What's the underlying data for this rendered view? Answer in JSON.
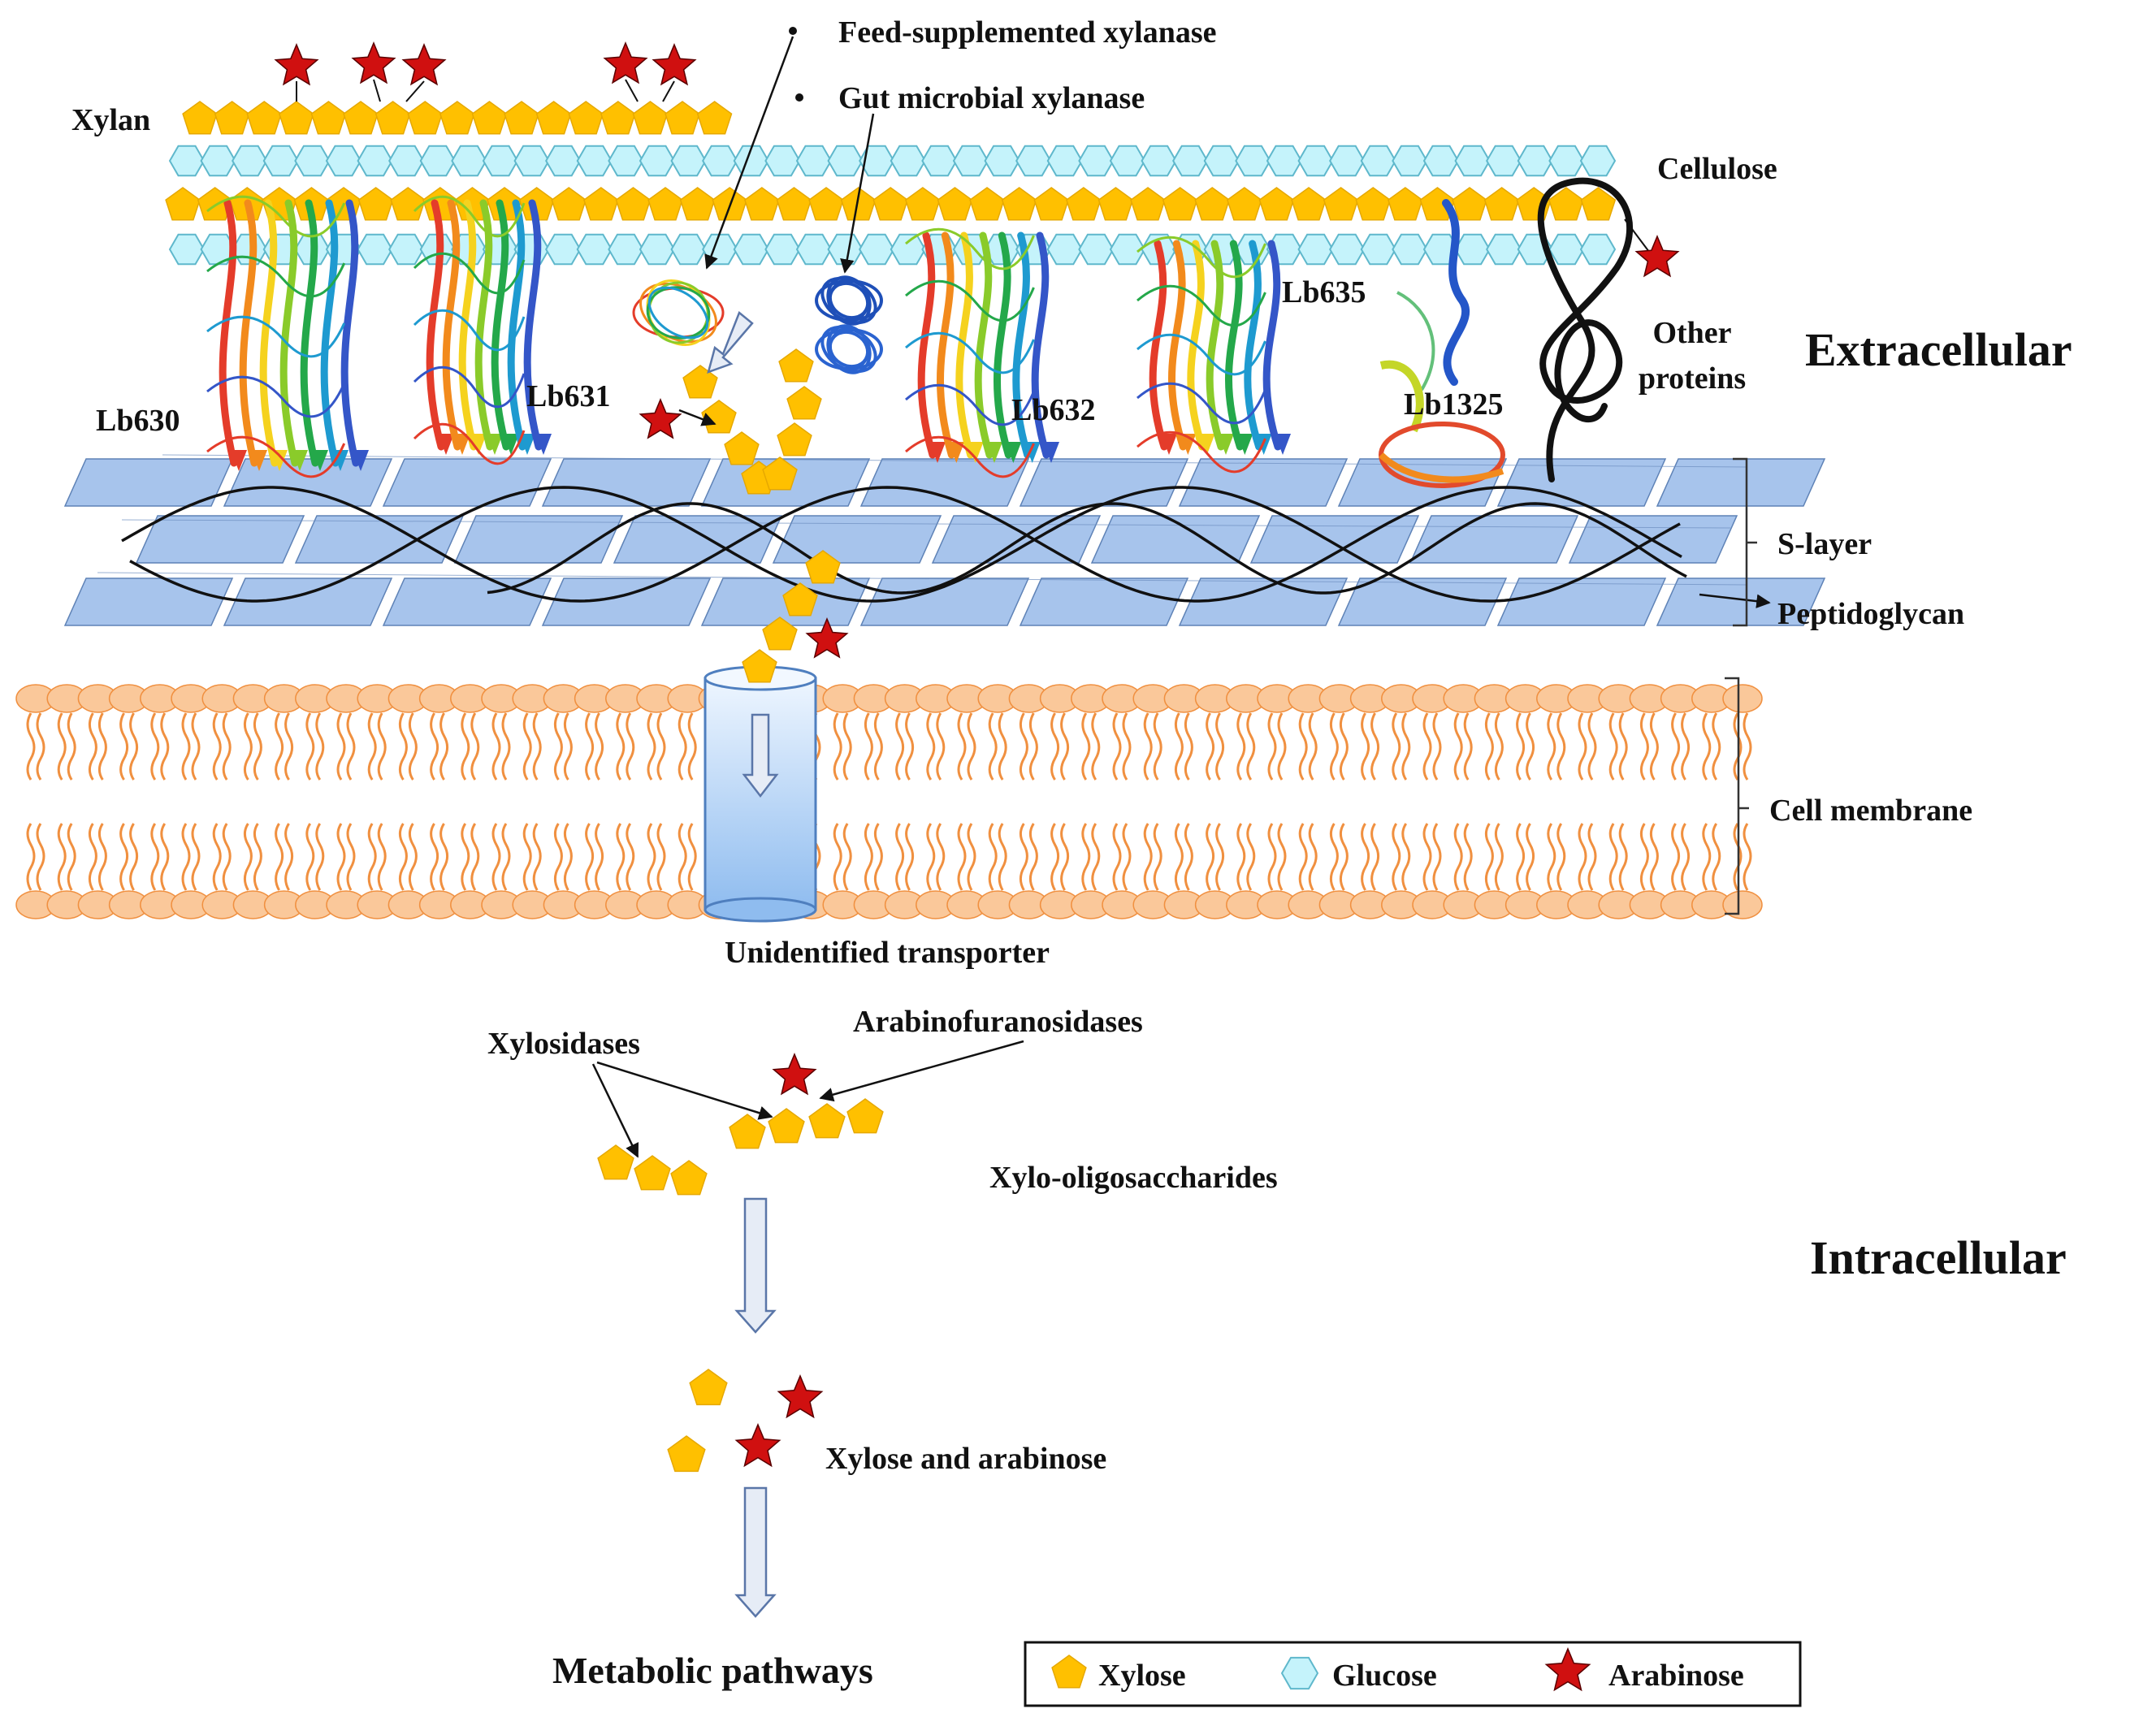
{
  "colors": {
    "xylose": "#FFC000",
    "xylose_stroke": "#E6A800",
    "glucose": "#C5F3FB",
    "glucose_stroke": "#5FB8CC",
    "arabinose": "#D01010",
    "arabinose_stroke": "#5A0000",
    "slayer": "#A7C4EC",
    "slayer_stroke": "#5E82B6",
    "membrane": "#FAC89A",
    "membrane_stroke": "#F09040"
  },
  "labels": {
    "xylan": "Xylan",
    "cellulose": "Cellulose",
    "feed_xylanase": "Feed-supplemented xylanase",
    "gut_xylanase": "Gut microbial xylanase",
    "lb630": "Lb630",
    "lb631": "Lb631",
    "lb632": "Lb632",
    "lb635": "Lb635",
    "lb1325": "Lb1325",
    "other_proteins_1": "Other",
    "other_proteins_2": "proteins",
    "extracellular": "Extracellular",
    "intracellular": "Intracellular",
    "s_layer": "S-layer",
    "peptidoglycan": "Peptidoglycan",
    "cell_membrane": "Cell membrane",
    "transporter": "Unidentified transporter",
    "xylosidases": "Xylosidases",
    "arabinofuranosidases": "Arabinofuranosidases",
    "xylo_oligosaccharides": "Xylo-oligosaccharides",
    "xylose_arabinose": "Xylose and arabinose",
    "metabolic_pathways": "Metabolic pathways"
  },
  "legend": {
    "xylose": "Xylose",
    "glucose": "Glucose",
    "arabinose": "Arabinose"
  }
}
